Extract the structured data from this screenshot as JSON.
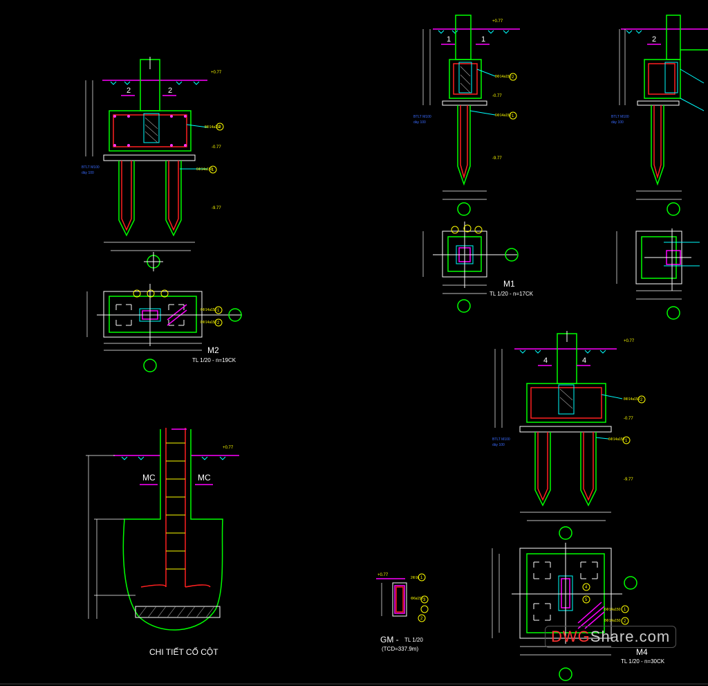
{
  "drawing": {
    "colors": {
      "background": "#000000",
      "outline": "#00ff00",
      "rebar": "#ff2020",
      "dimension": "#ffffff",
      "annotation": "#ffff00",
      "leader": "#00ffff",
      "ground": "#ff00ff",
      "note": "#3a6bff"
    },
    "labels": {
      "m1_title": "M1",
      "m1_scale": "TL 1/20 - n=17CK",
      "m2_title": "M2",
      "m2_scale": "TL 1/20 - n=19CK",
      "m4_title": "M4",
      "m4_scale": "TL 1/20 - n=30CK",
      "gm_title": "GM -",
      "gm_scale": "TL 1/20",
      "gm_note": "(TCD=337.9m)",
      "detail_title": "CHI TIẾT CỔ CỘT",
      "mc_left": "MC",
      "mc_right": "MC",
      "sec1_left": "1",
      "sec1_right": "1",
      "sec2_left": "2",
      "sec2_right": "2",
      "sec2b": "2",
      "sec4_left": "4",
      "sec4_right": "4",
      "bubble_1": "1",
      "bubble_2": "2",
      "bubble_3": "3",
      "bubble_4": "4",
      "bubble_5": "5"
    },
    "watermark": {
      "part1": "DWG",
      "part2": "Share.com"
    }
  }
}
